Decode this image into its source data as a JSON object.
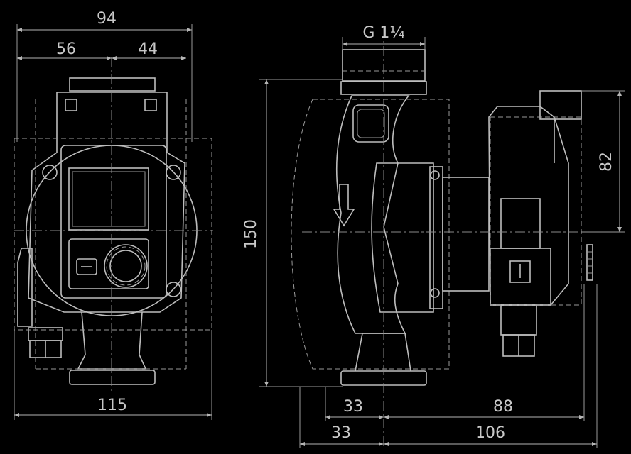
{
  "dimensions": {
    "front_overall_width": "94",
    "front_left_offset": "56",
    "front_right_offset": "44",
    "front_base_width": "115",
    "connection_thread": "G 1¼",
    "height_overall": "150",
    "motor_height": "82",
    "side_inner_left": "33",
    "side_inner_right": "88",
    "side_outer_left": "33",
    "side_outer_right": "106"
  }
}
